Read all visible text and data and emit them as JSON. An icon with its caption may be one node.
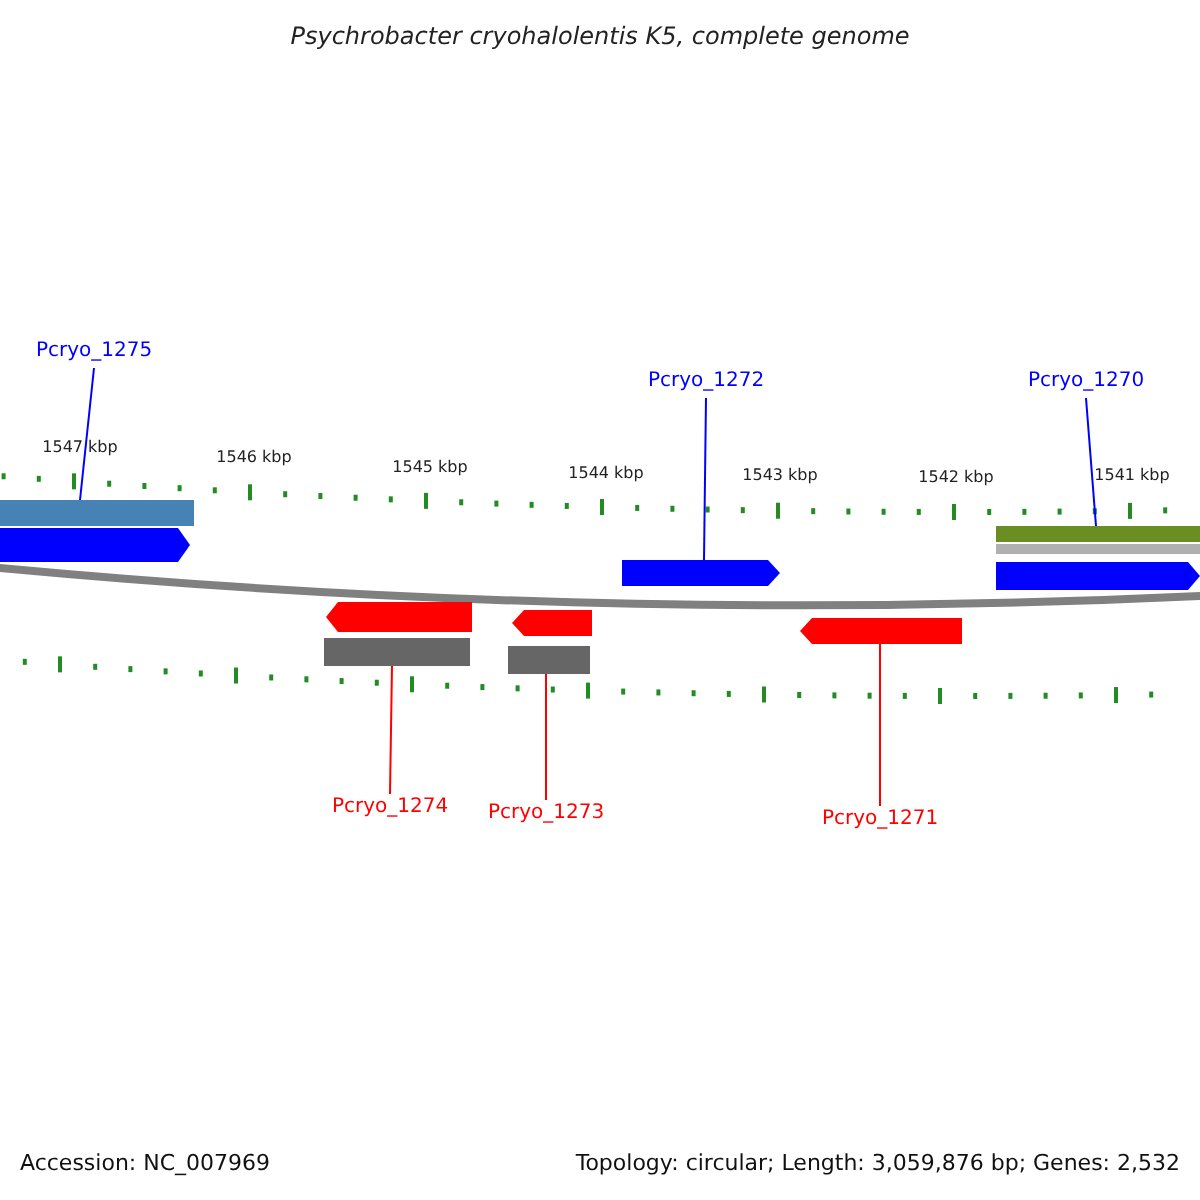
{
  "diagram": {
    "title": "Psychrobacter cryohalolentis K5, complete genome",
    "nodes": [
      {
        "text": [
          "Pcryo_1275"
        ]
      },
      {
        "text": [],
        "shape": "bar"
      },
      {
        "text": [],
        "shape": "arrow"
      },
      {
        "text": [
          "Pcryo_1272"
        ]
      },
      {
        "text": [],
        "shape": "arrow"
      },
      {
        "text": [
          "Pcryo_1270"
        ]
      },
      {
        "text": [],
        "shape": "bar"
      },
      {
        "text": [],
        "shape": "bar"
      },
      {
        "text": [],
        "shape": "arrow"
      },
      {
        "text": [],
        "shape": "arrow"
      },
      {
        "text": [],
        "shape": "bar"
      },
      {
        "text": [],
        "shape": "arrow"
      },
      {
        "text": [],
        "shape": "bar"
      },
      {
        "text": [],
        "shape": "arrow"
      },
      {
        "text": [
          "Pcryo_1274"
        ]
      },
      {
        "text": [
          "Pcryo_1273"
        ]
      },
      {
        "text": [
          "Pcryo_1271"
        ]
      }
    ],
    "edges": [
      {
        "from": 0,
        "to": 1,
        "arrow": "none",
        "color": "#0000ff"
      },
      {
        "from": 3,
        "to": 4,
        "arrow": "none",
        "color": "#0000ff"
      },
      {
        "from": 5,
        "to": 6,
        "arrow": "none",
        "color": "#0000ff"
      },
      {
        "from": 14,
        "to": 10,
        "arrow": "none",
        "color": "#ff0000"
      },
      {
        "from": 15,
        "to": 12,
        "arrow": "none",
        "color": "#ff0000"
      },
      {
        "from": 16,
        "to": 13,
        "arrow": "none",
        "color": "#ff0000"
      }
    ],
    "labels": [
      "1547 kbp",
      "1546 kbp",
      "1545 kbp",
      "1544 kbp",
      "1543 kbp",
      "1542 kbp",
      "1541 kbp",
      "Accession: NC_007969",
      "Topology: circular; Length: 3,059,876 bp; Genes: 2,532"
    ]
  }
}
